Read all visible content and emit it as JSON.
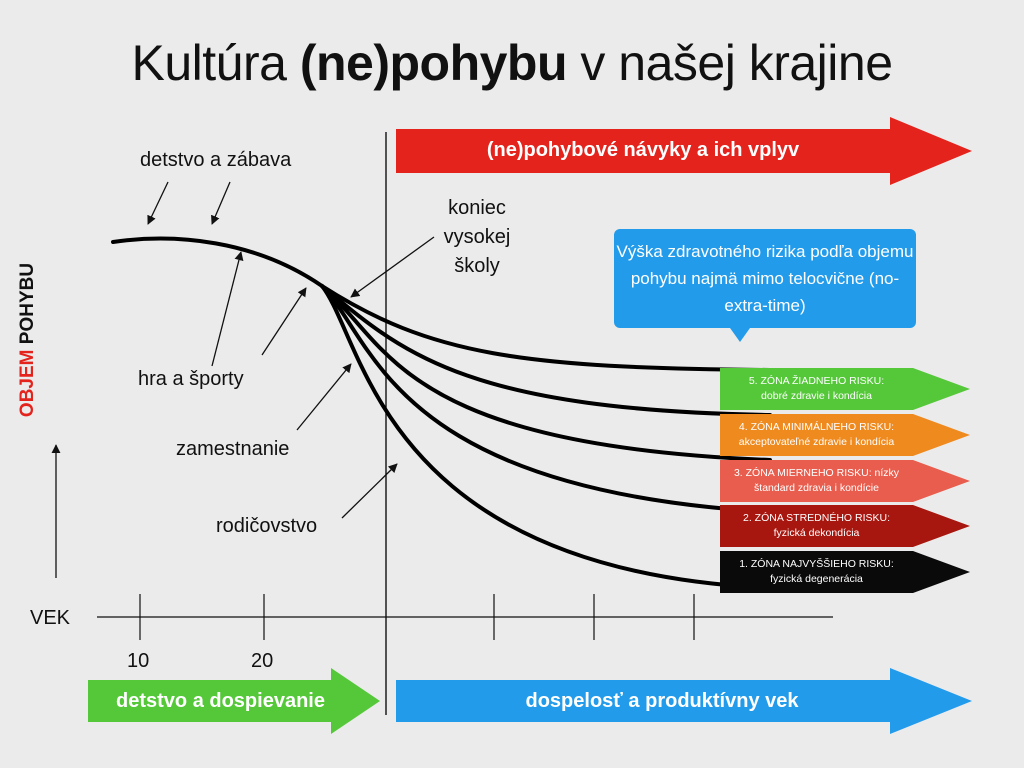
{
  "title": {
    "part1": "Kultúra ",
    "part2": "(ne)pohybu",
    "part3": " v našej krajine"
  },
  "y_axis": {
    "label_red": "OBJEM",
    "label_dark": " POHYBU"
  },
  "x_axis": {
    "label": "VEK",
    "ticks": [
      "10",
      "20"
    ]
  },
  "annotations": {
    "childhood_fun": "detstvo a zábava",
    "play_sports": "hra a športy",
    "employment": "zamestnanie",
    "parenthood": "rodičovstvo",
    "high_school_end": [
      "koniec",
      "vysokej",
      "školy"
    ]
  },
  "callout": "Výška zdravotného rizika podľa objemu pohybu najmä mimo telocvične (no-extra-time)",
  "banners": {
    "top": "(ne)pohybové návyky a ich vplyv",
    "bottom_left": "detstvo a dospievanie",
    "bottom_right": "dospelosť a produktívny vek"
  },
  "zones": [
    {
      "line1": "5. ZÓNA ŽIADNEHO RISKU:",
      "line2": "dobré zdravie i kondícia",
      "color": "#55c83a"
    },
    {
      "line1": "4. ZÓNA MINIMÁLNEHO RISKU:",
      "line2": "akceptovateľné zdravie i kondícia",
      "color": "#ef8a1f"
    },
    {
      "line1": "3. ZÓNA MIERNEHO RISKU: nízky",
      "line2": "štandard zdravia i kondície",
      "color": "#e85d4d"
    },
    {
      "line1": "2. ZÓNA STREDNÉHO RISKU:",
      "line2": "fyzická dekondícia",
      "color": "#a8170f"
    },
    {
      "line1": "1. ZÓNA NAJVYŠŠIEHO RISKU:",
      "line2": "fyzická degenerácia",
      "color": "#0a0a0a"
    }
  ],
  "colors": {
    "banner_red": "#e3231c",
    "banner_blue": "#239beb",
    "banner_green": "#55c83a",
    "callout_blue": "#239beb",
    "title_accent": "#e3231c"
  }
}
